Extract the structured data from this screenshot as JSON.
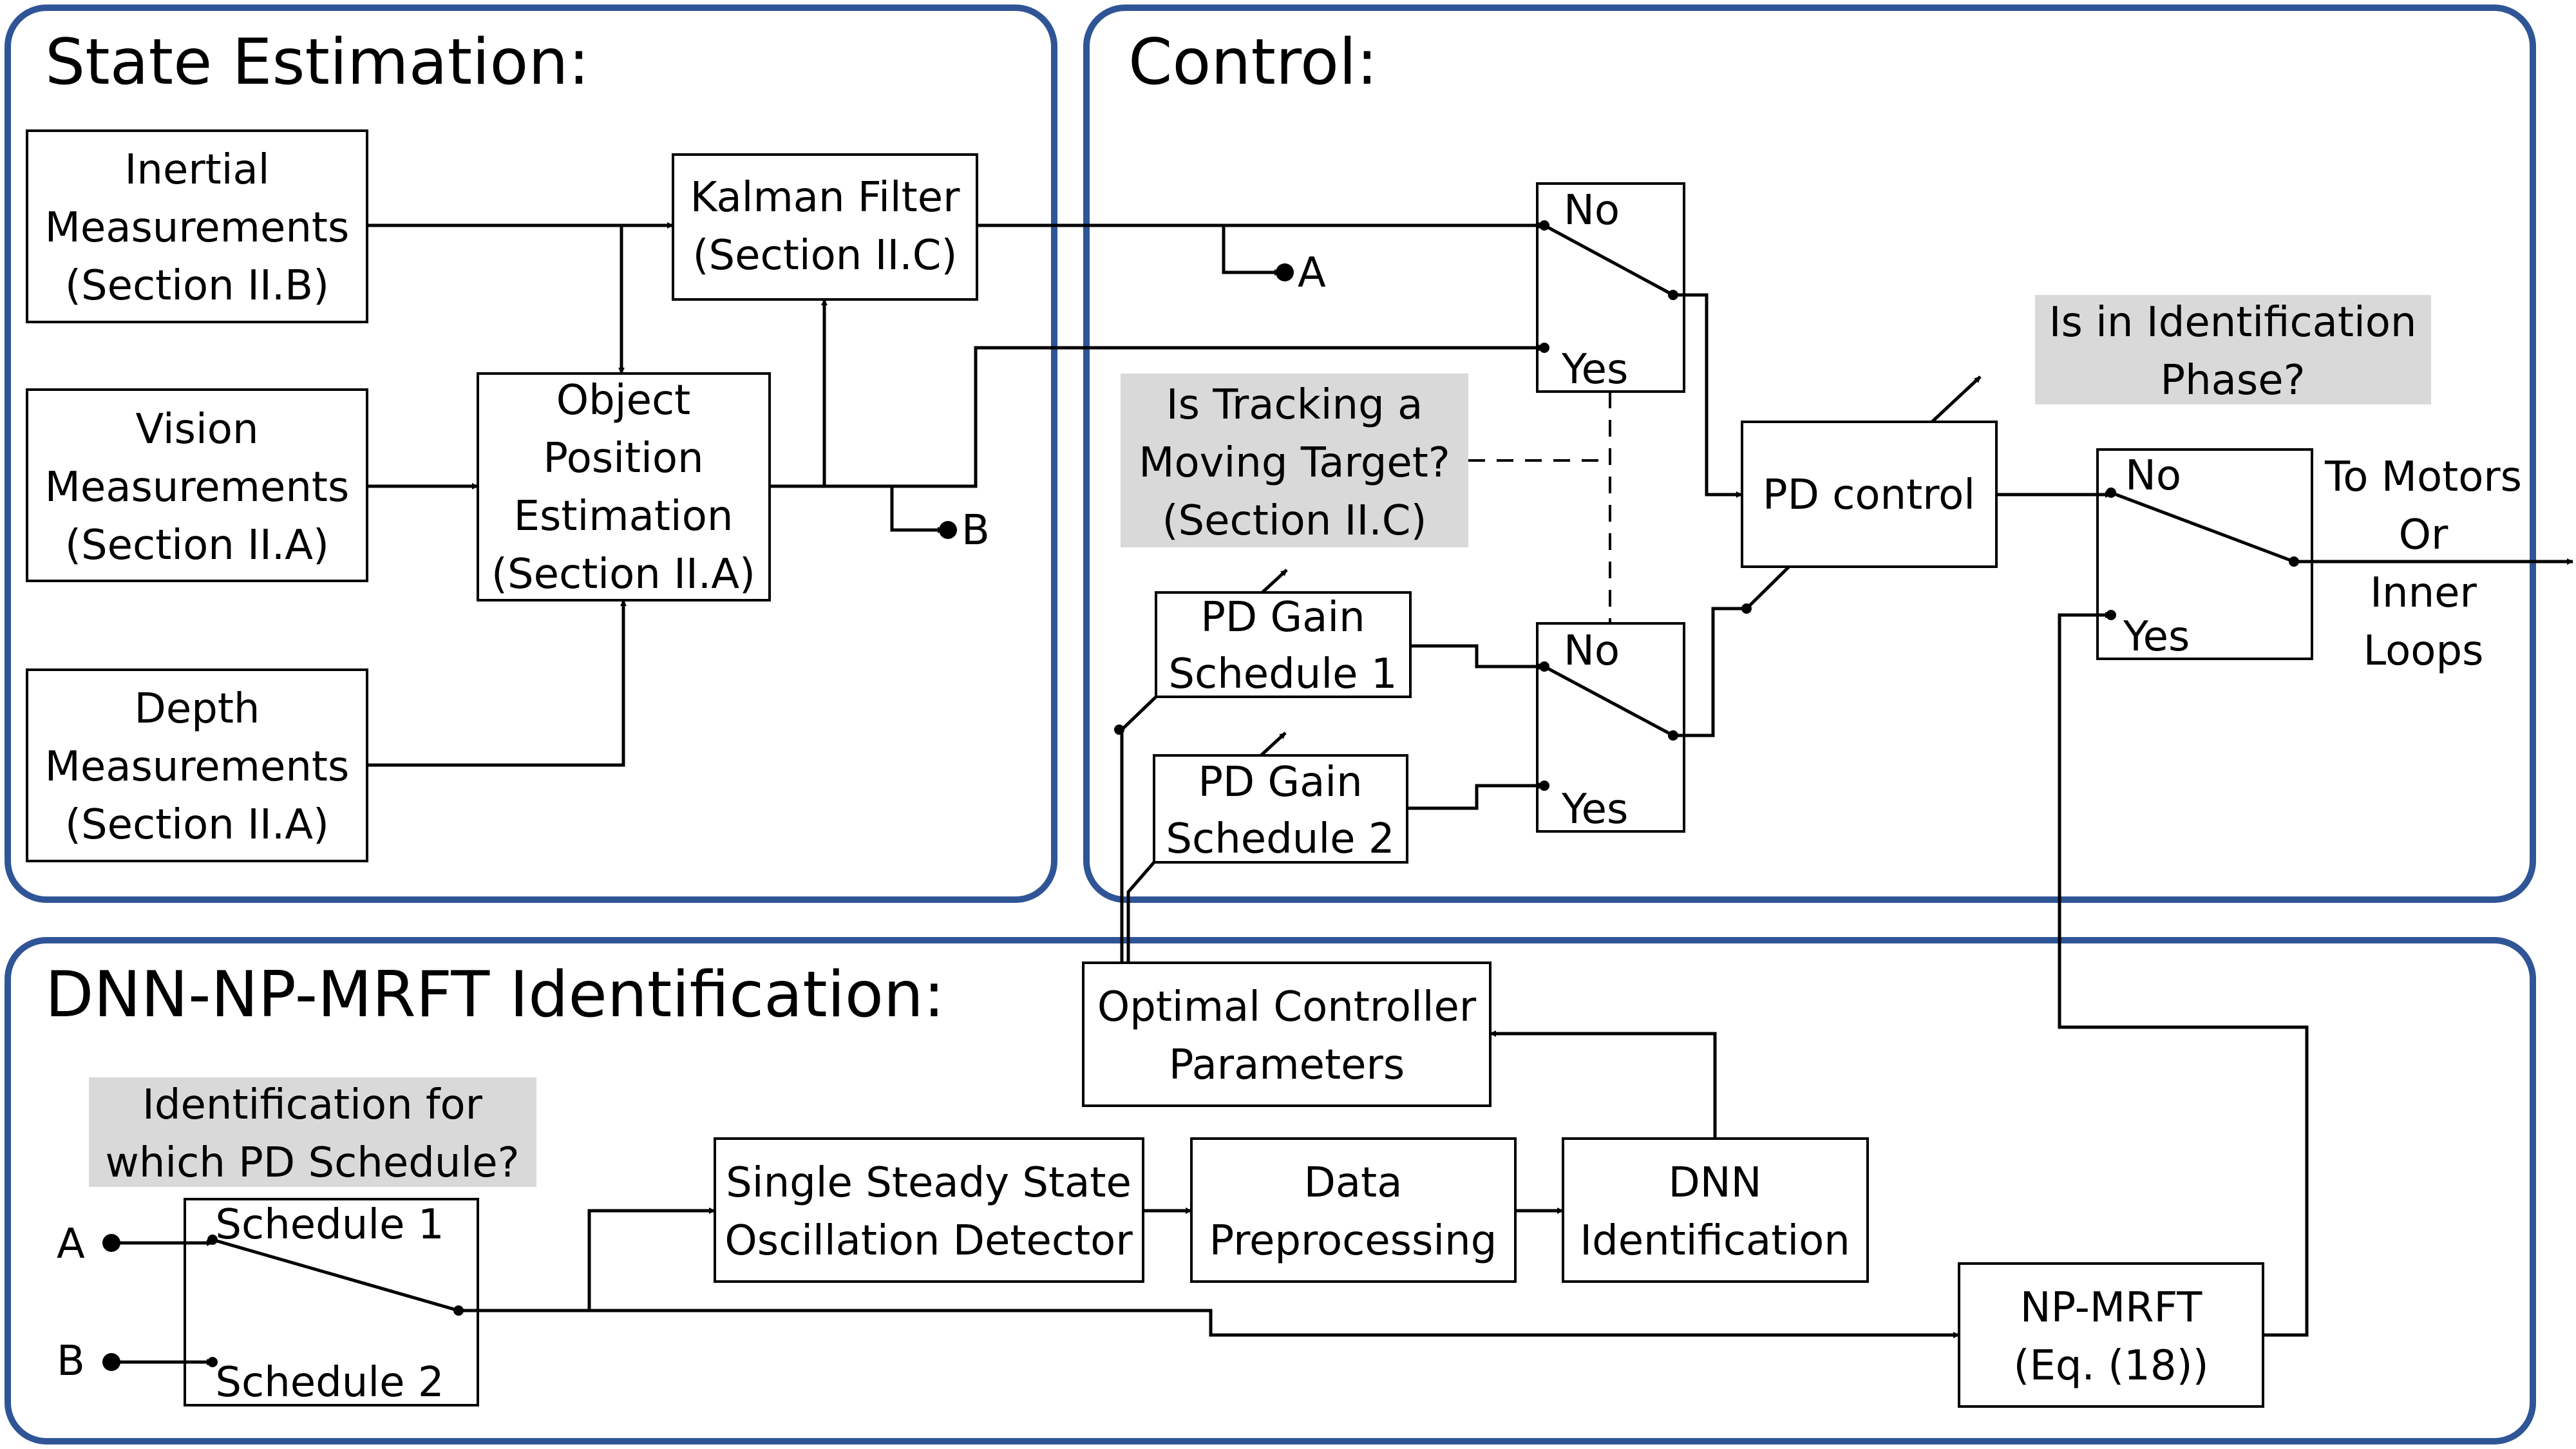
{
  "panels": {
    "state_estimation": "State Estimation:",
    "control": "Control:",
    "identification": "DNN-NP-MRFT Identification:"
  },
  "blocks": {
    "inertial": [
      "Inertial",
      "Measurements",
      "(Section II.B)"
    ],
    "vision": [
      "Vision",
      "Measurements",
      "(Section II.A)"
    ],
    "depth": [
      "Depth",
      "Measurements",
      "(Section II.A)"
    ],
    "object_position": [
      "Object",
      "Position",
      "Estimation",
      "(Section II.A)"
    ],
    "kalman": [
      "Kalman Filter",
      "(Section II.C)"
    ],
    "pd_control": [
      "PD control"
    ],
    "pd_gain_1": [
      "PD Gain",
      "Schedule 1"
    ],
    "pd_gain_2": [
      "PD Gain",
      "Schedule 2"
    ],
    "optimal_params": [
      "Optimal Controller",
      "Parameters"
    ],
    "oscillation": [
      "Single Steady State",
      "Oscillation Detector"
    ],
    "preprocessing": [
      "Data",
      "Preprocessing"
    ],
    "dnn": [
      "DNN",
      "Identification"
    ],
    "npmrft": [
      "NP-MRFT",
      "(Eq. (18))"
    ]
  },
  "questions": {
    "tracking": [
      "Is Tracking a",
      "Moving Target?",
      "(Section II.C)"
    ],
    "identification_phase": [
      "Is in Identification",
      "Phase?"
    ],
    "which_schedule": [
      "Identification for",
      "which PD Schedule?"
    ]
  },
  "switch_labels": {
    "no": "No",
    "yes": "Yes",
    "schedule_1": "Schedule 1",
    "schedule_2": "Schedule 2"
  },
  "nodes": {
    "a": "A",
    "b": "B"
  },
  "output_label": [
    "To Motors",
    "Or",
    "Inner",
    "Loops"
  ]
}
